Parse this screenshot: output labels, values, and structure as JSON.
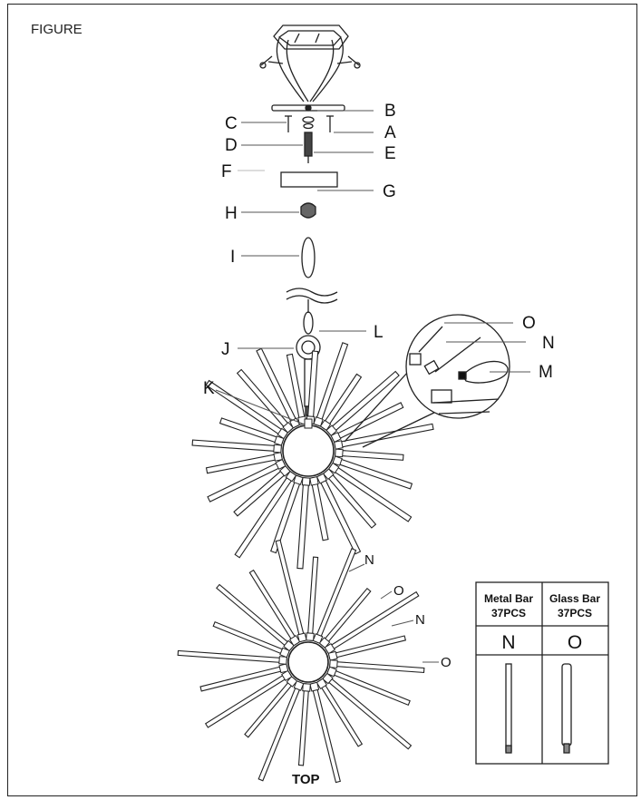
{
  "figure_label": "FIGURE",
  "parts": {
    "A": "A",
    "B": "B",
    "C": "C",
    "D": "D",
    "E": "E",
    "F": "F",
    "G": "G",
    "H": "H",
    "I": "I",
    "J": "J",
    "K": "K",
    "L": "L",
    "M": "M",
    "N": "N",
    "O": "O"
  },
  "top_view": {
    "label": "TOP",
    "callouts": [
      "N",
      "O",
      "N",
      "O"
    ]
  },
  "bar_table": {
    "columns": [
      {
        "name_line1": "Metal Bar",
        "name_line2": "37PCS",
        "letter": "N"
      },
      {
        "name_line1": "Glass Bar",
        "name_line2": "37PCS",
        "letter": "O"
      }
    ]
  }
}
